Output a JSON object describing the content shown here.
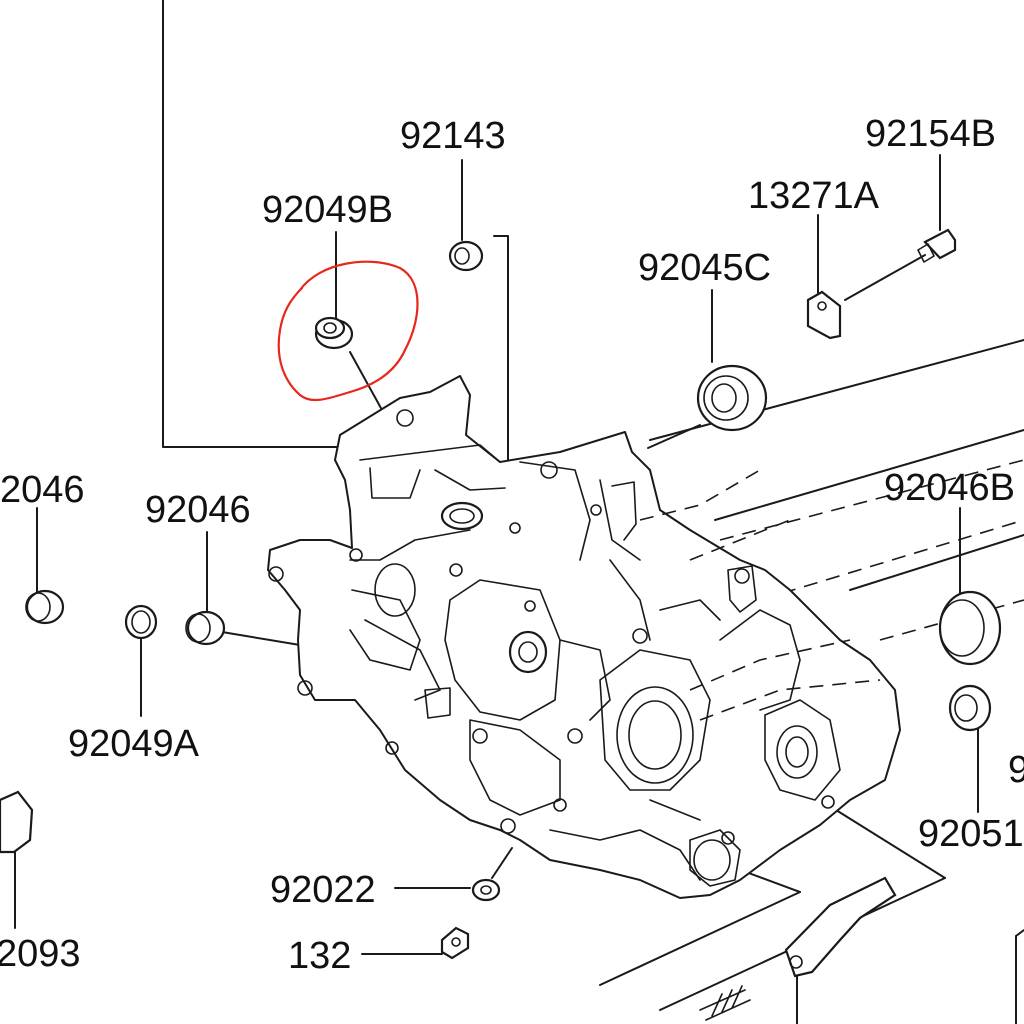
{
  "colors": {
    "ink": "#1a1a1a",
    "background": "#ffffff",
    "annotation": "#e8261c"
  },
  "labels": {
    "p92143": "92143",
    "p92154B": "92154B",
    "p92049B": "92049B",
    "p13271A": "13271A",
    "p92045C": "92045C",
    "p2046_cut": "2046",
    "p92046": "92046",
    "p92046B": "92046B",
    "p92049A": "92049A",
    "p92022": "92022",
    "p132": "132",
    "p2093_cut": "2093",
    "p92051_cut": "92051",
    "p9_cut": "9"
  },
  "annotation": {
    "type": "hand-drawn circle",
    "target": "92049B"
  }
}
